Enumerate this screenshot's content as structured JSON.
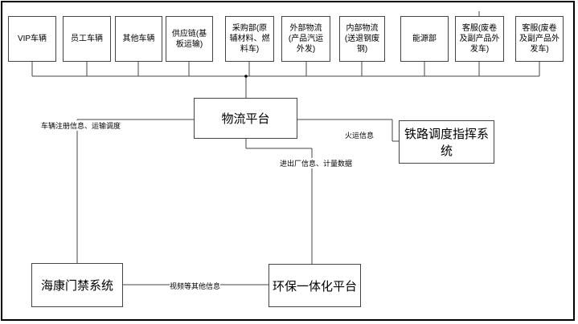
{
  "departments": [
    {
      "id": "vip",
      "label": "VIP车辆"
    },
    {
      "id": "staff",
      "label": "员工车辆"
    },
    {
      "id": "other",
      "label": "其他车辆"
    },
    {
      "id": "supply",
      "label": "供应链(基板运输)"
    },
    {
      "id": "purchase",
      "label": "采购部(原辅材料、燃料车)"
    },
    {
      "id": "ext-logistics",
      "label": "外部物流(产品汽运外发)"
    },
    {
      "id": "int-logistics",
      "label": "内部物流(送退钢废钢)"
    },
    {
      "id": "energy",
      "label": "能源部"
    },
    {
      "id": "customer1",
      "label": "客服(废卷及副产品外发车)"
    },
    {
      "id": "customer2",
      "label": "客服(废卷及副产品外发车)"
    }
  ],
  "nodes": {
    "logistics": "物流平台",
    "railway": "铁路调度指挥系统",
    "hikvision": "海康门禁系统",
    "env": "环保一体化平台"
  },
  "edges": {
    "vehicle_info": "车辆注册信息、运输调度",
    "rail_info": "火运信息",
    "gate_info": "进出厂信息、计量数据",
    "video_info": "视频等其他信息"
  }
}
